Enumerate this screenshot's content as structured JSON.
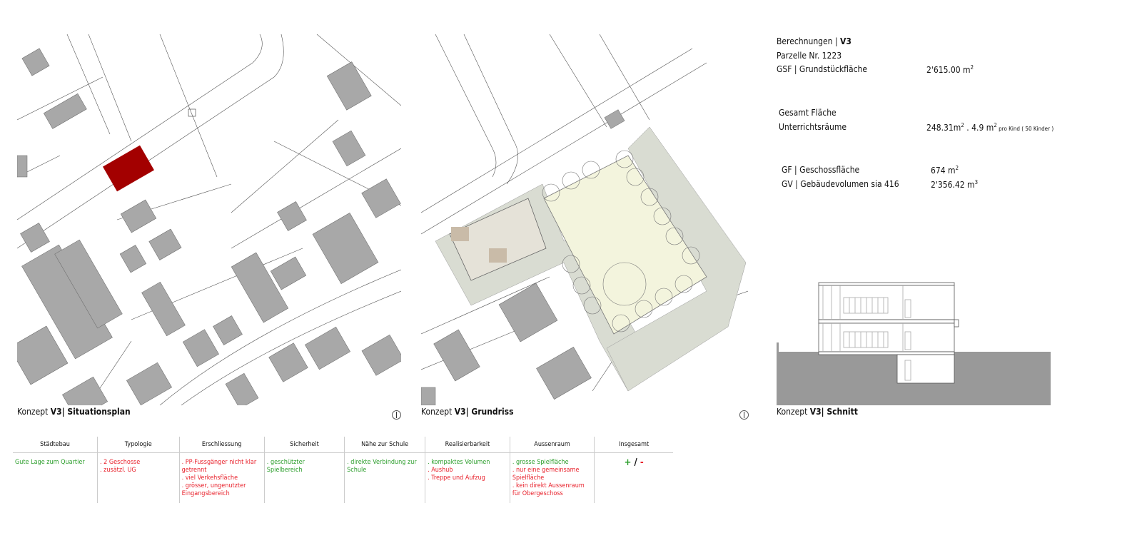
{
  "panels": {
    "situationsplan": {
      "caption_prefix": "Konzept ",
      "caption_variant": "V3|",
      "caption_title": " Situationsplan"
    },
    "grundriss": {
      "caption_prefix": "Konzept ",
      "caption_variant": "V3|",
      "caption_title": " Grundriss"
    },
    "schnitt": {
      "caption_prefix": "Konzept ",
      "caption_variant": "V3|",
      "caption_title": " Schnitt"
    }
  },
  "calculations": {
    "title": "Berechnungen | ",
    "title_variant": "V3",
    "parcel": "Parzelle Nr. 1223",
    "gsf_label": "GSF | Grundstückfläche",
    "gsf_value": "2'615.00 m",
    "gsf_sup": "2",
    "total_label_1": "Gesamt Fläche",
    "total_label_2": "Unterrichtsräume",
    "total_value": "248.31m",
    "total_sup": "2",
    "per_child_value": " .  4.9 m",
    "per_child_sup": "2",
    "per_child_note": " pro Kind ( 50 Kinder )",
    "gf_label": "GF    | Geschossfläche",
    "gf_value": "674 m",
    "gf_sup": "2",
    "gv_label": "GV    | Gebäudevolumen  sia 416",
    "gv_value": "2'356.42 m",
    "gv_sup": "3"
  },
  "colors": {
    "highlight": "#a30000",
    "positive": "#2a9d2a",
    "negative": "#e8202a",
    "building": "#aaaaaa",
    "court": "#f3f4dd",
    "paving": "#d9dcd2"
  },
  "evaluation": {
    "headers": [
      "Städtebau",
      "Typologie",
      "Erschliessung",
      "Sicherheit",
      "Nähe zur Schule",
      "Realisierbarkeit",
      "Aussenraum",
      "Insgesamt"
    ],
    "cells": [
      [
        {
          "t": "Gute Lage zum Quartier",
          "c": "g"
        }
      ],
      [
        {
          "t": ". 2 Geschosse",
          "c": "r"
        },
        {
          "t": ". zusätzl. UG",
          "c": "r"
        }
      ],
      [
        {
          "t": ". PP-Fussgänger nicht klar getrennt",
          "c": "r"
        },
        {
          "t": ". viel Verkehsfläche",
          "c": "r"
        },
        {
          "t": ". grösser, ungenutzter Eingangsbereich",
          "c": "r"
        }
      ],
      [
        {
          "t": ". geschützter Spielbereich",
          "c": "g"
        }
      ],
      [
        {
          "t": ". direkte Verbindung zur Schule",
          "c": "g"
        }
      ],
      [
        {
          "t": ". kompaktes Volumen",
          "c": "g"
        },
        {
          "t": ". Aushub",
          "c": "r"
        },
        {
          "t": ". Treppe und Aufzug",
          "c": "r"
        }
      ],
      [
        {
          "t": ". grosse Spielfläche",
          "c": "g"
        },
        {
          "t": ". nur eine gemeinsame Spielfläche",
          "c": "r"
        },
        {
          "t": ". kein direkt Aussenraum für Obergeschoss",
          "c": "r"
        }
      ]
    ],
    "overall_plus": "+",
    "overall_slash": " / ",
    "overall_minus": "-"
  }
}
